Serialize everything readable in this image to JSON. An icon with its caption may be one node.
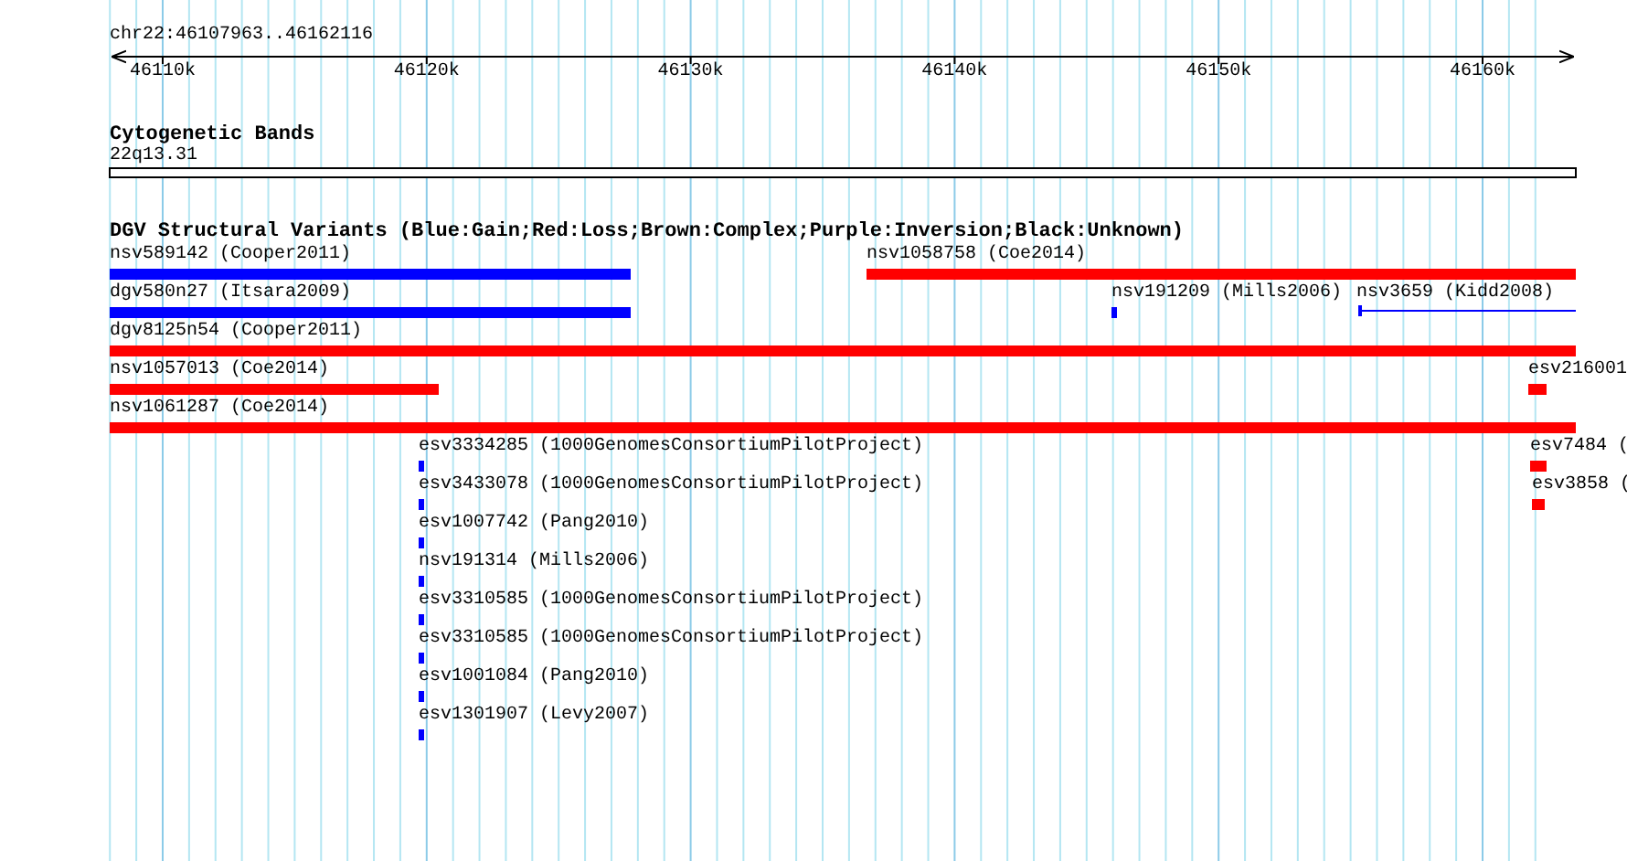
{
  "diagram": {
    "labels": [
      "chr22:46107963..46162116",
      "46110k",
      "46120k",
      "46130k",
      "46140k",
      "46150k",
      "46160k",
      "Cytogenetic Bands",
      "22q13.31",
      "DGV Structural Variants (Blue:Gain;Red:Loss;Brown:Complex;Purple:Inversion;Black:Unknown)",
      "nsv589142 (Cooper2011)",
      "nsv1058758 (Coe2014)",
      "dgv580n27 (Itsara2009)",
      "nsv191209 (Mills2006)",
      "nsv3659 (Kidd2008)",
      "dgv8125n54 (Cooper2011)",
      "nsv1057013 (Coe2014)",
      "esv216001",
      "nsv1061287 (Coe2014)",
      "esv3334285 (1000GenomesConsortiumPilotProject)",
      "esv7484 (",
      "esv3433078 (1000GenomesConsortiumPilotProject)",
      "esv3858 (",
      "esv1007742 (Pang2010)",
      "nsv191314 (Mills2006)",
      "esv3310585 (1000GenomesConsortiumPilotProject)",
      "esv3310585 (1000GenomesConsortiumPilotProject)",
      "esv1001084 (Pang2010)",
      "esv1301907 (Levy2007)"
    ]
  }
}
